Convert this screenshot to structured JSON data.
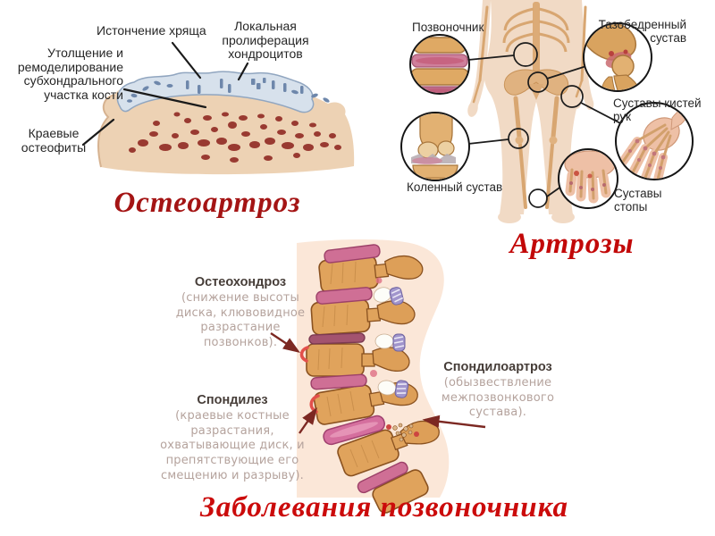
{
  "slide": {
    "background": "#ffffff",
    "figures": {
      "osteoarthrosis": {
        "title": "Остеоартроз",
        "labels": {
          "cartilage_thinning": "Истончение хряща",
          "chondrocyte_proliferation": "Локальная пролиферация хондроцитов",
          "subchondral_remodeling": "Утолщение и ремоделирование субхондрального участка кости",
          "marginal_osteophytes": "Краевые остеофиты"
        }
      },
      "arthroses": {
        "title": "Артрозы",
        "labels": {
          "spine": "Позвоночник",
          "hip_joint": "Тазобедренный сустав",
          "hand_joints": "Суставы кистей рук",
          "knee_joint": "Коленный сустав",
          "foot_joints": "Суставы стопы"
        }
      },
      "spine_diseases": {
        "title": "Заболевания позвоночника",
        "annotations": [
          {
            "name": "Остеохондроз",
            "description": "(снижение высоты диска, клювовидное разрастание позвонков)."
          },
          {
            "name": "Спондилез",
            "description": "(краевые костные разрастания, охватывающие диск, и препятствующие его смещению и разрыву)."
          },
          {
            "name": "Спондилоартроз",
            "description": "(обызвествление межпозвонкового сустава)."
          }
        ]
      }
    },
    "colors": {
      "title_osteoarthrosis": "#a41414",
      "title_arthroses": "#c20808",
      "title_spine_diseases": "#cb0b0b",
      "annotation_name_text": "#463d38",
      "annotation_description_text": "#b5a39d",
      "label_text": "#262626",
      "pointer_line": "#1a1a1a",
      "annotation_arrow": "#7c2822",
      "cartilage_fill": "#d7e1ec",
      "bone_fill": "#edd2b4",
      "trabecular_spots": "#993a31",
      "vertebra_fill": "#e0a35c",
      "disc_fill": "#cf6f95",
      "body_skin_fill": "#f1dac5",
      "back_silhouette_fill": "#fbe7d8"
    }
  }
}
